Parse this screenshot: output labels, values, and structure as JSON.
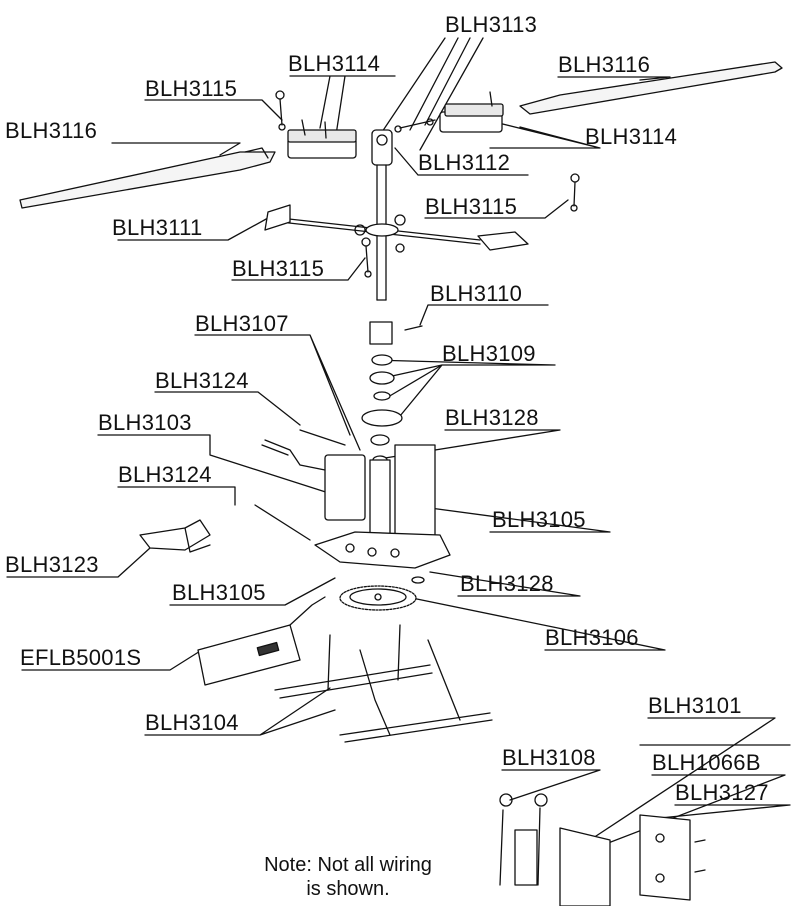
{
  "labels": [
    {
      "text": "BLH3113"
    },
    {
      "text": "BLH3114"
    },
    {
      "text": "BLH3115"
    },
    {
      "text": "BLH3116"
    },
    {
      "text": "BLH3116"
    },
    {
      "text": "BLH3114"
    },
    {
      "text": "BLH3112"
    },
    {
      "text": "BLH3115"
    },
    {
      "text": "BLH3111"
    },
    {
      "text": "BLH3115"
    },
    {
      "text": "BLH3110"
    },
    {
      "text": "BLH3107"
    },
    {
      "text": "BLH3109"
    },
    {
      "text": "BLH3124"
    },
    {
      "text": "BLH3128"
    },
    {
      "text": "BLH3103"
    },
    {
      "text": "BLH3124"
    },
    {
      "text": "BLH3105"
    },
    {
      "text": "BLH3123"
    },
    {
      "text": "BLH3105"
    },
    {
      "text": "BLH3128"
    },
    {
      "text": "BLH3106"
    },
    {
      "text": "EFLB5001S"
    },
    {
      "text": "BLH3104"
    },
    {
      "text": "BLH3101"
    },
    {
      "text": "BLH3108"
    },
    {
      "text": "BLH1066B"
    },
    {
      "text": "BLH3127"
    }
  ],
  "note": {
    "line1": "Note: Not all wiring",
    "line2": "is shown."
  }
}
